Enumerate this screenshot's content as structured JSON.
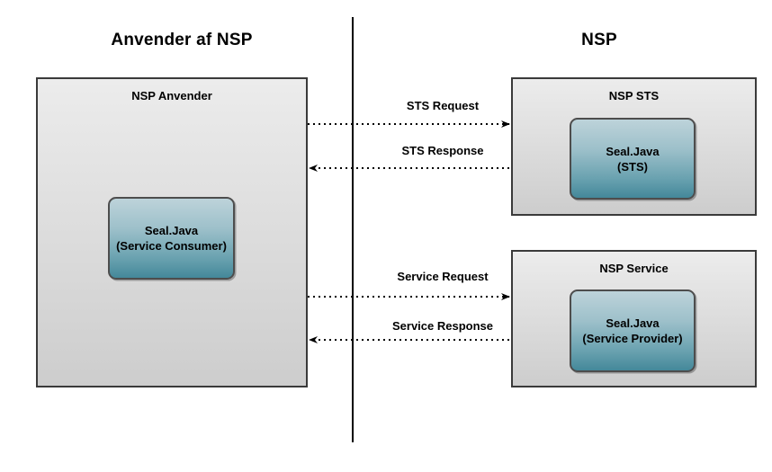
{
  "diagram": {
    "title_left": "Anvender af NSP",
    "title_right": "NSP",
    "lanes": [
      {
        "name": "anvender-af-nsp",
        "title": "Anvender af NSP",
        "containers": [
          {
            "name": "nsp-anvender",
            "label": "NSP Anvender",
            "component": {
              "name": "seal-java-service-consumer",
              "line1": "Seal.Java",
              "line2": "(Service Consumer)"
            }
          }
        ]
      },
      {
        "name": "nsp",
        "title": "NSP",
        "containers": [
          {
            "name": "nsp-sts",
            "label": "NSP STS",
            "component": {
              "name": "seal-java-sts",
              "line1": "Seal.Java",
              "line2": "(STS)"
            }
          },
          {
            "name": "nsp-service",
            "label": "NSP Service",
            "component": {
              "name": "seal-java-service-provider",
              "line1": "Seal.Java",
              "line2": "(Service Provider)"
            }
          }
        ]
      }
    ],
    "flows": [
      {
        "name": "sts-request",
        "label": "STS Request",
        "direction": "left-to-right"
      },
      {
        "name": "sts-response",
        "label": "STS Response",
        "direction": "right-to-left"
      },
      {
        "name": "service-request",
        "label": "Service Request",
        "direction": "left-to-right"
      },
      {
        "name": "service-response",
        "label": "Service Response",
        "direction": "right-to-left"
      }
    ],
    "colors": {
      "component_gradient_top": "#bdd3da",
      "component_gradient_bottom": "#44889a",
      "container_gradient_top": "#ececec",
      "container_gradient_bottom": "#cdcdcd",
      "border": "#3a3a3a",
      "line": "#000000",
      "background": "#ffffff"
    }
  }
}
